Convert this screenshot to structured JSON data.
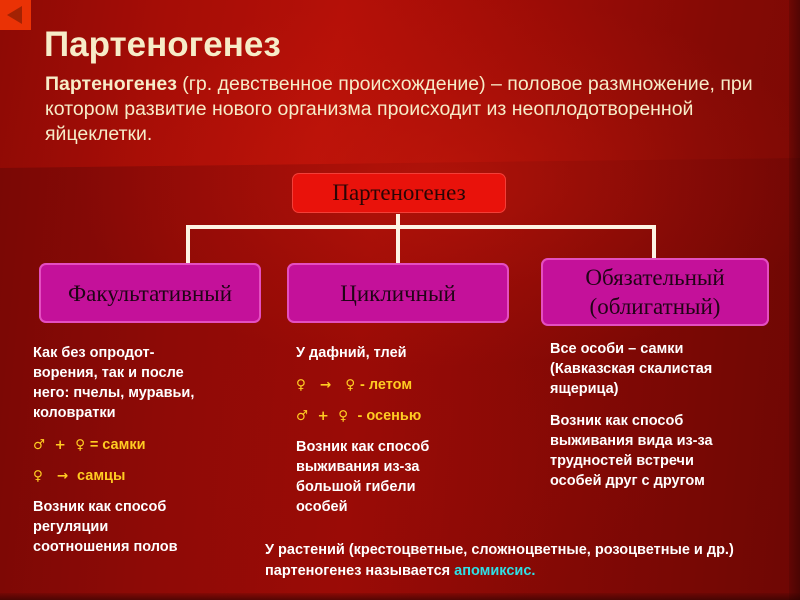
{
  "slide": {
    "back_button": {
      "icon": "triangle-left-icon",
      "label": ""
    },
    "title": "Партеногенез",
    "intro_lead": "Партеногенез",
    "intro_rest": " (гр. девственное происхождение) – половое размножение, при котором развитие нового организма происходит из неоплодотворенной яйцеклетки."
  },
  "diagram": {
    "root": {
      "label": "Партеногенез"
    },
    "branches": [
      {
        "label": "Факультативный"
      },
      {
        "label": "Цикличный"
      },
      {
        "label": "Обязательный\n(облигатный)"
      }
    ]
  },
  "columns": [
    {
      "id": "facultative",
      "blocks": [
        {
          "type": "text",
          "text": "Как без опродот-\nворения, так и после\nнего: пчелы, муравьи,\nколовратки"
        },
        {
          "type": "formula",
          "symbols": "♂  +  ♀ ",
          "result": "= самки"
        },
        {
          "type": "formula",
          "symbols": "♀   → ",
          "result": " самцы"
        },
        {
          "type": "text",
          "text": "Возник как способ\nрегуляции\nсоотношения полов"
        }
      ]
    },
    {
      "id": "cyclic",
      "blocks": [
        {
          "type": "text",
          "text": "У дафний, тлей"
        },
        {
          "type": "formula",
          "symbols": "♀   →   ♀ ",
          "result": "- летом"
        },
        {
          "type": "formula",
          "symbols": "♂  +  ♀  ",
          "result": "- осенью"
        },
        {
          "type": "text",
          "text": "Возник  как способ\nвыживания из-за\nбольшой гибели\nособей"
        }
      ]
    },
    {
      "id": "obligate",
      "blocks": [
        {
          "type": "text",
          "text": "Все особи – самки\n(Кавказская скалистая\nящерица)"
        },
        {
          "type": "text",
          "text": "Возник как способ\nвыживания вида из-за\nтрудностей  встречи\nособей друг с другом"
        }
      ]
    }
  ],
  "footnote": {
    "line1": "У растений (крестоцветные, сложноцветные, розоцветные и др.)",
    "line2_prefix": "партеногенез называется ",
    "line2_highlight": "апомиксис."
  },
  "colors": {
    "background_red": "#8f0b06",
    "title_cream": "#f7ecc8",
    "root_box": "#e9120b",
    "branch_box": "#c4119a",
    "connector_white": "#fdf3e3",
    "symbol_gold": "#ffcc22",
    "highlight_cyan": "#2ee0e6",
    "back_button": "#ea3205"
  }
}
